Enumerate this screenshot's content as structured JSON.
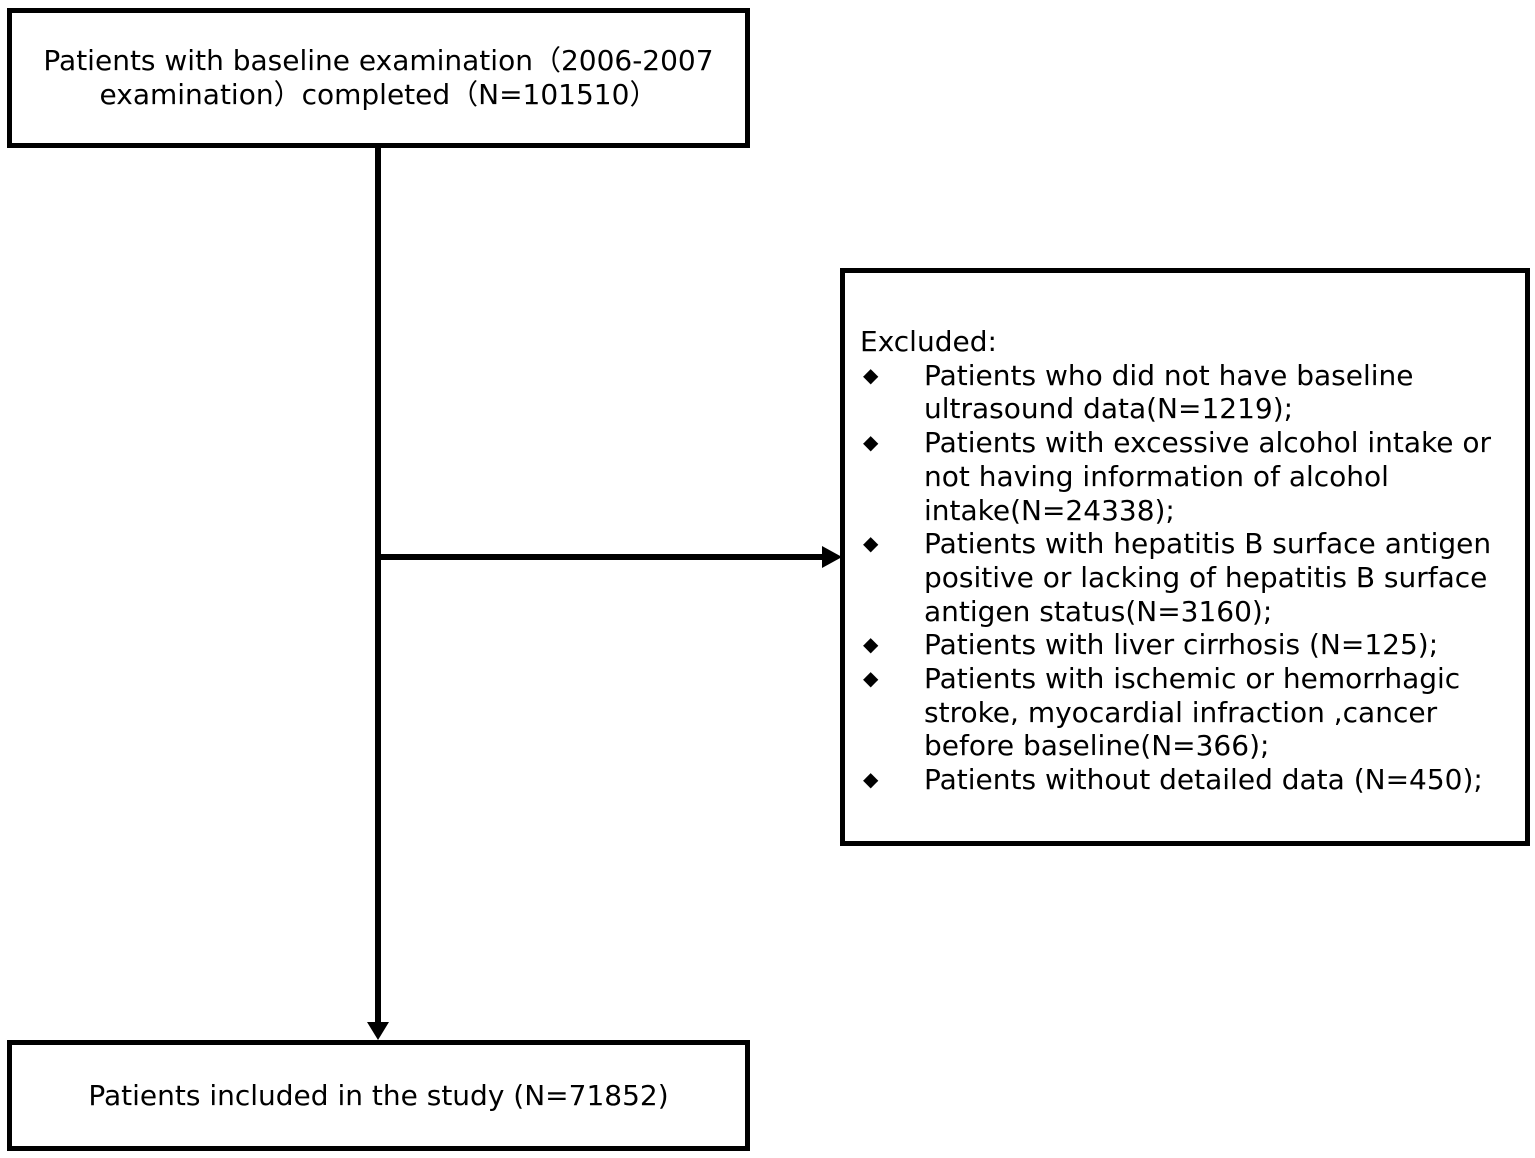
{
  "top_box": {
    "line1": "Patients with baseline examination（2006-2007",
    "line2": "examination）completed（N=101510）"
  },
  "excluded_box": {
    "title": "Excluded:",
    "items": [
      "Patients who did not have baseline ultrasound data(N=1219);",
      "Patients with excessive alcohol intake or not having information of alcohol intake(N=24338);",
      "Patients with hepatitis B surface antigen positive or lacking of hepatitis B surface antigen status(N=3160);",
      "Patients with liver cirrhosis (N=125);",
      "Patients with ischemic or hemorrhagic stroke, myocardial infraction ,cancer before baseline(N=366);",
      "Patients without detailed data (N=450);"
    ],
    "bullet": "◆"
  },
  "bottom_box": {
    "label": "Patients included in the study (N=71852)"
  },
  "colors": {
    "line": "#000000",
    "background": "#ffffff"
  }
}
